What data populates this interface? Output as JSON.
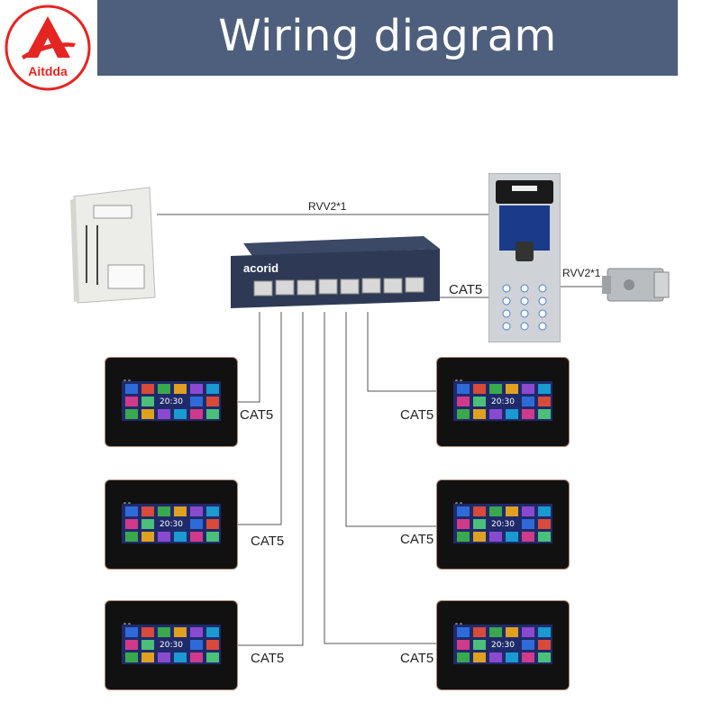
{
  "header": {
    "title": "Wiring diagram"
  },
  "logo": {
    "text": "Aitdda",
    "color": "#e52521"
  },
  "colors": {
    "header_bg": "#4d5f7c",
    "wire": "#555555",
    "switch_body": "#2e3a55"
  },
  "devices": {
    "switch": {
      "brand": "acorid",
      "icon": "poe-switch-icon"
    },
    "psu": {
      "icon": "power-supply-icon"
    },
    "outdoor": {
      "icon": "door-station-icon"
    },
    "lock": {
      "icon": "electric-lock-icon"
    }
  },
  "wires": {
    "psu_to_outdoor": "RVV2*1",
    "outdoor_to_lock": "RVV2*1",
    "switch_to_outdoor": "CAT5",
    "monitor_left_1": "CAT5",
    "monitor_left_2": "CAT5",
    "monitor_left_3": "CAT5",
    "monitor_right_1": "CAT5",
    "monitor_right_2": "CAT5",
    "monitor_right_3": "CAT5"
  },
  "monitors": [
    {
      "id": "left-1",
      "clock": "20:30"
    },
    {
      "id": "left-2",
      "clock": "20:30"
    },
    {
      "id": "left-3",
      "clock": "20:30"
    },
    {
      "id": "right-1",
      "clock": "20:30"
    },
    {
      "id": "right-2",
      "clock": "20:30"
    },
    {
      "id": "right-3",
      "clock": "20:30"
    }
  ]
}
